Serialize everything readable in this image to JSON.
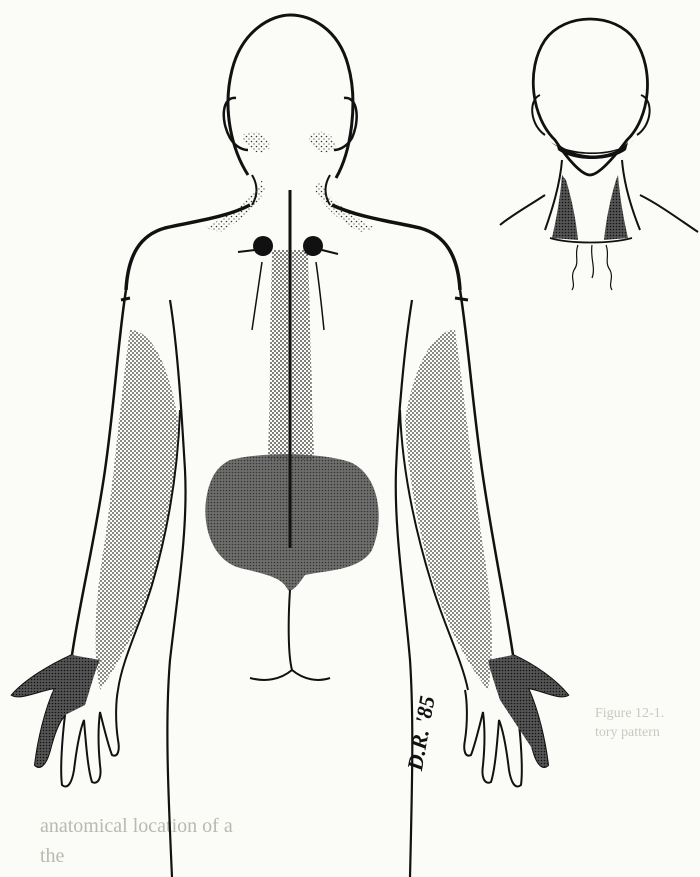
{
  "figure": {
    "signature": "D.R. '85",
    "bleed_caption_lines": [
      "Figure 12-1.",
      "tory pattern"
    ],
    "bleed_body_lines": [
      "anatomical location of a  ",
      "      the"
    ],
    "colors": {
      "ink": "#111111",
      "stipple": "#222222",
      "paper": "#fbfbf8",
      "ghost_text": "#c0c0b8"
    }
  }
}
